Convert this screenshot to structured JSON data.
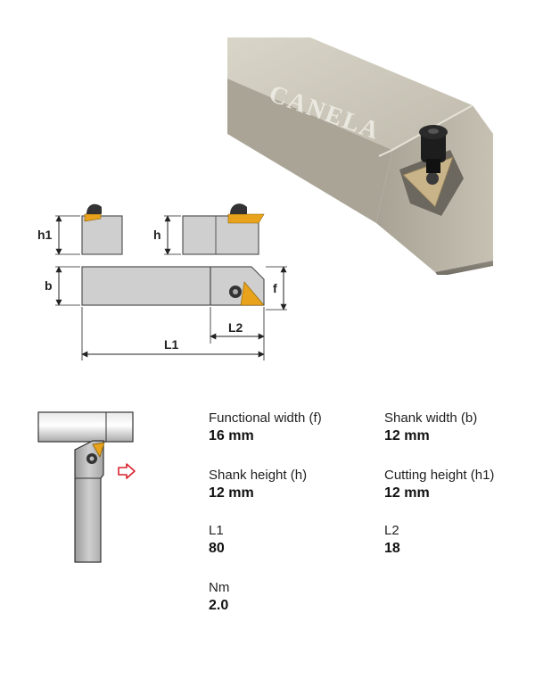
{
  "brand": {
    "shank_logo": "CANELA"
  },
  "drawing": {
    "dim_h1": "h1",
    "dim_h": "h",
    "dim_b": "b",
    "dim_f": "f",
    "dim_l1": "L1",
    "dim_l2": "L2"
  },
  "specs": [
    {
      "label": "Functional width (f)",
      "value": "16 mm"
    },
    {
      "label": "Shank width (b)",
      "value": "12 mm"
    },
    {
      "label": "Shank height (h)",
      "value": "12 mm"
    },
    {
      "label": "Cutting height (h1)",
      "value": "12 mm"
    },
    {
      "label": "L1",
      "value": "80"
    },
    {
      "label": "L2",
      "value": "18"
    },
    {
      "label": "Nm",
      "value": "2.0"
    }
  ],
  "colors": {
    "shank_gray": "#b9b4a6",
    "drawing_gray": "#cfcfcf",
    "insert_gold": "#e9a21c",
    "feed_arrow_red": "#d9232e",
    "dimension_line": "#222222"
  },
  "icons": {
    "feed_direction": "arrow-right-outline-icon"
  }
}
